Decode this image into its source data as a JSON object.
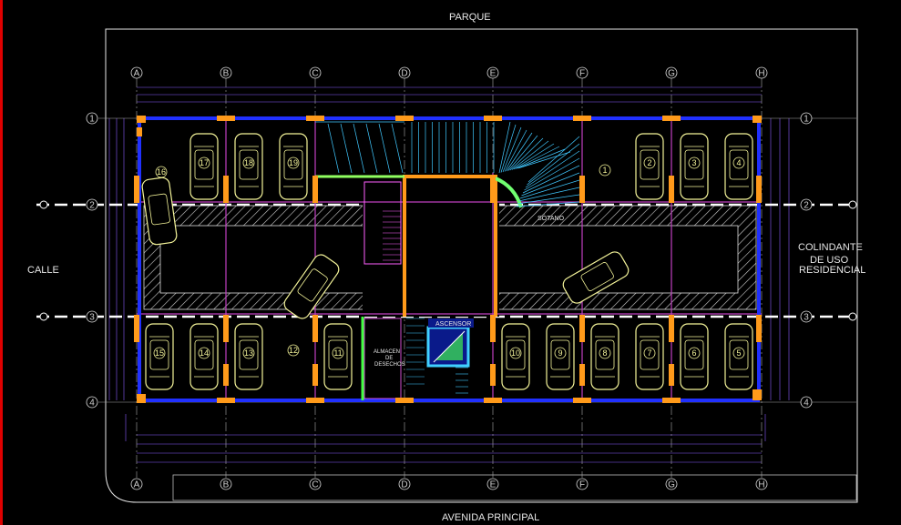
{
  "labels": {
    "top": "PARQUE",
    "left": "CALLE",
    "right": [
      "COLINDANTE",
      "DE USO",
      "RESIDENCIAL"
    ],
    "bottom": "AVENIDA PRINCIPAL",
    "elevator": "ASCENSOR",
    "waste": [
      "ALMACEN",
      "DE",
      "DESECHOS"
    ],
    "basement": "SÓTANO"
  },
  "grid": {
    "columns": [
      "A",
      "B",
      "C",
      "D",
      "E",
      "F",
      "G",
      "H"
    ],
    "rows": [
      "1",
      "2",
      "3",
      "4"
    ]
  },
  "spaces": {
    "top_row": [
      "17",
      "18",
      "19",
      "1",
      "2",
      "3",
      "4"
    ],
    "bottom_row": [
      "15",
      "14",
      "13",
      "12",
      "11",
      "10",
      "9",
      "8",
      "7",
      "6",
      "5"
    ],
    "left_angled": "16"
  },
  "colors": {
    "background": "#000000",
    "wall": "#2030ff",
    "column": "#ff9a1a",
    "beam": "#c040c0",
    "car": "#f5f59a",
    "green": "#40ff40",
    "cyan": "#40d0ff",
    "grid": "#d0d0d0",
    "hatch": "#d0d0d0",
    "red_edge": "#e00000"
  }
}
